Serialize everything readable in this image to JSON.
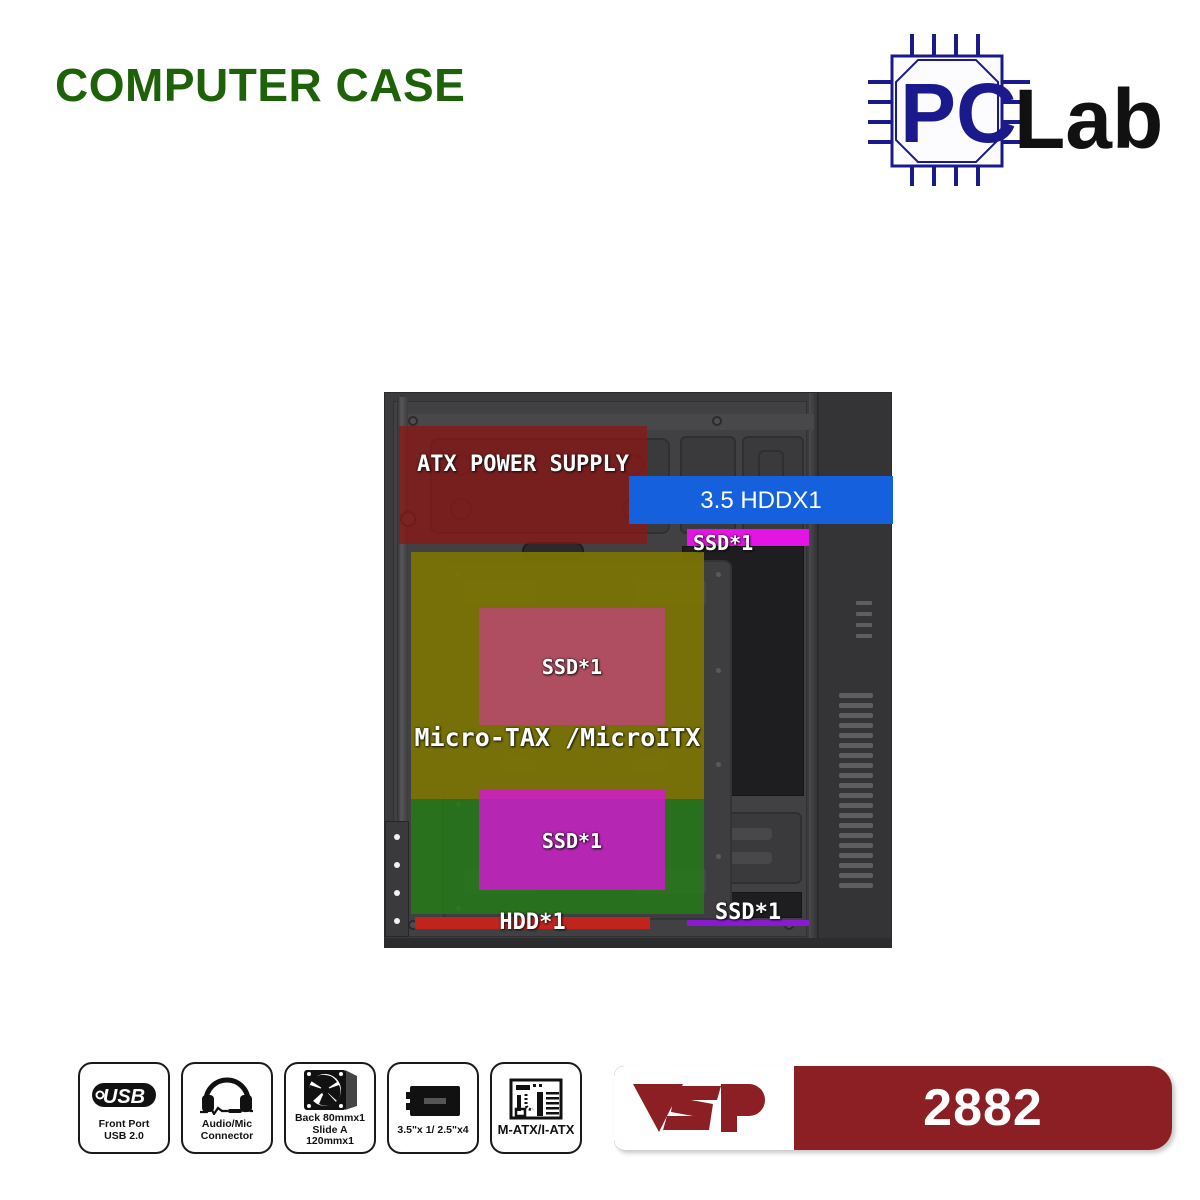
{
  "header": {
    "title": "COMPUTER CASE",
    "title_color": "#1d6108",
    "logo": {
      "name": "pclab-logo",
      "chip_text": "PC",
      "word_text": "Lab",
      "chip_color": "#1a1a8c",
      "word_color": "#111111"
    }
  },
  "case_diagram": {
    "name": "computer-case-interior-diagram",
    "annotations": [
      {
        "id": "psu",
        "label": "ATX POWER SUPPLY",
        "color": "#8c1414",
        "style": "overlay-box"
      },
      {
        "id": "hdd35",
        "label": "3.5 HDDX1",
        "color": "#1560dd",
        "style": "callout-bar"
      },
      {
        "id": "ssd_top",
        "label": "SSD*1",
        "color": "#e415e4",
        "style": "bar"
      },
      {
        "id": "ssd_pink",
        "label": "SSD*1",
        "color": "#d03a96",
        "style": "overlay-box"
      },
      {
        "id": "motherboard",
        "label": "Micro-TAX /MicroITX",
        "color": "#967000",
        "style": "overlay-box"
      },
      {
        "id": "ssd_magenta",
        "label": "SSD*1",
        "color": "#d814d8",
        "style": "overlay-box"
      },
      {
        "id": "mb_area",
        "label": "",
        "color": "#237d14",
        "style": "overlay-box"
      },
      {
        "id": "hdd_bottom",
        "label": "HDD*1",
        "color": "#c0241c",
        "style": "bar"
      },
      {
        "id": "ssd_bottom",
        "label": "SSD*1",
        "color": "#8a1ad0",
        "style": "line"
      }
    ]
  },
  "features": [
    {
      "icon": "usb-icon",
      "line1": "Front Port",
      "line2": "USB 2.0"
    },
    {
      "icon": "headset-icon",
      "line1": "Audio/Mic",
      "line2": "Connector"
    },
    {
      "icon": "fan-icon",
      "line1": "Back 80mmx1",
      "line2": "Slide A 120mmx1"
    },
    {
      "icon": "ssd-drive-icon",
      "line1": "3.5\"x 1/ 2.5\"x4",
      "line2": ""
    },
    {
      "icon": "motherboard-icon",
      "line1": "M-ATX/I-ATX",
      "line2": ""
    }
  ],
  "model_banner": {
    "brand": "VSP",
    "model": "2882",
    "banner_color": "#8b1f23",
    "plate_color": "#ffffff"
  }
}
